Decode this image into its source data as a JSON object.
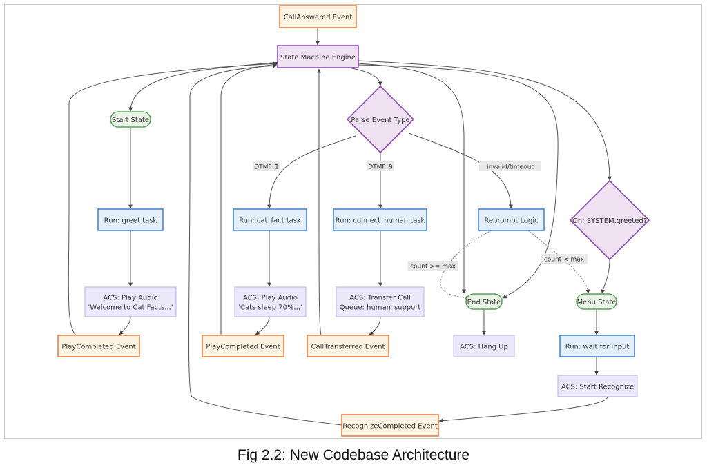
{
  "caption": "Fig 2.2: New Codebase Architecture",
  "styles": {
    "event": {
      "fill": "#fdf3e1",
      "stroke": "#e8804a"
    },
    "engine": {
      "fill": "#f0e2f3",
      "stroke": "#8a4db0"
    },
    "decision": {
      "fill": "#f0e2f3",
      "stroke": "#8a4db0"
    },
    "state": {
      "fill": "#e9f4e6",
      "stroke": "#5aa05a"
    },
    "task": {
      "fill": "#e3effb",
      "stroke": "#4a86cf"
    },
    "acs": {
      "fill": "#ebe8fb",
      "stroke": "#c6bdf0"
    },
    "edge_color": "#555555"
  },
  "nodes": [
    {
      "id": "call_answered",
      "type": "event",
      "label": [
        "CallAnswered Event"
      ]
    },
    {
      "id": "engine",
      "type": "engine",
      "label": [
        "State Machine Engine"
      ]
    },
    {
      "id": "start_state",
      "type": "state",
      "label": [
        "Start State"
      ]
    },
    {
      "id": "parse_event",
      "type": "decision",
      "label": [
        "Parse Event Type"
      ]
    },
    {
      "id": "greeted",
      "type": "decision",
      "label": [
        "On: SYSTEM.greeted?"
      ]
    },
    {
      "id": "run_greet",
      "type": "task",
      "label": [
        "Run: greet task"
      ]
    },
    {
      "id": "run_cat_fact",
      "type": "task",
      "label": [
        "Run: cat_fact task"
      ]
    },
    {
      "id": "run_connect_human",
      "type": "task",
      "label": [
        "Run: connect_human task"
      ]
    },
    {
      "id": "reprompt",
      "type": "task",
      "label": [
        "Reprompt Logic"
      ]
    },
    {
      "id": "acs_welcome",
      "type": "acs",
      "label": [
        "ACS: Play Audio",
        "'Welcome to Cat Facts...'"
      ]
    },
    {
      "id": "acs_cats_sleep",
      "type": "acs",
      "label": [
        "ACS: Play Audio",
        "'Cats sleep 70%...'"
      ]
    },
    {
      "id": "acs_transfer",
      "type": "acs",
      "label": [
        "ACS: Transfer Call",
        "Queue: human_support"
      ]
    },
    {
      "id": "end_state",
      "type": "state",
      "label": [
        "End State"
      ]
    },
    {
      "id": "menu_state",
      "type": "state",
      "label": [
        "Menu State"
      ]
    },
    {
      "id": "play_completed_1",
      "type": "event",
      "label": [
        "PlayCompleted Event"
      ]
    },
    {
      "id": "play_completed_2",
      "type": "event",
      "label": [
        "PlayCompleted Event"
      ]
    },
    {
      "id": "call_transferred",
      "type": "event",
      "label": [
        "CallTransferred Event"
      ]
    },
    {
      "id": "acs_hang_up",
      "type": "acs",
      "label": [
        "ACS: Hang Up"
      ]
    },
    {
      "id": "run_wait_input",
      "type": "task",
      "label": [
        "Run: wait for input"
      ]
    },
    {
      "id": "acs_start_recognize",
      "type": "acs",
      "label": [
        "ACS: Start Recognize"
      ]
    },
    {
      "id": "recognize_completed",
      "type": "event",
      "label": [
        "RecognizeCompleted Event"
      ]
    }
  ],
  "edges": [
    {
      "from": "call_answered",
      "to": "engine",
      "label": ""
    },
    {
      "from": "engine",
      "to": "start_state",
      "label": ""
    },
    {
      "from": "engine",
      "to": "parse_event",
      "label": ""
    },
    {
      "from": "engine",
      "to": "end_state",
      "label": ""
    },
    {
      "from": "engine",
      "to": "greeted",
      "label": ""
    },
    {
      "from": "start_state",
      "to": "run_greet",
      "label": ""
    },
    {
      "from": "run_greet",
      "to": "acs_welcome",
      "label": ""
    },
    {
      "from": "acs_welcome",
      "to": "play_completed_1",
      "label": ""
    },
    {
      "from": "play_completed_1",
      "to": "engine",
      "label": ""
    },
    {
      "from": "parse_event",
      "to": "run_cat_fact",
      "label": "DTMF_1"
    },
    {
      "from": "parse_event",
      "to": "run_connect_human",
      "label": "DTMF_9"
    },
    {
      "from": "parse_event",
      "to": "reprompt",
      "label": "invalid/timeout"
    },
    {
      "from": "run_cat_fact",
      "to": "acs_cats_sleep",
      "label": ""
    },
    {
      "from": "acs_cats_sleep",
      "to": "play_completed_2",
      "label": ""
    },
    {
      "from": "play_completed_2",
      "to": "engine",
      "label": ""
    },
    {
      "from": "run_connect_human",
      "to": "acs_transfer",
      "label": ""
    },
    {
      "from": "acs_transfer",
      "to": "call_transferred",
      "label": ""
    },
    {
      "from": "call_transferred",
      "to": "engine",
      "label": ""
    },
    {
      "from": "reprompt",
      "to": "end_state",
      "label": "count >= max",
      "style": "dotted"
    },
    {
      "from": "reprompt",
      "to": "menu_state",
      "label": "count < max",
      "style": "dotted"
    },
    {
      "from": "greeted",
      "to": "menu_state",
      "label": ""
    },
    {
      "from": "end_state",
      "to": "acs_hang_up",
      "label": ""
    },
    {
      "from": "menu_state",
      "to": "run_wait_input",
      "label": ""
    },
    {
      "from": "run_wait_input",
      "to": "acs_start_recognize",
      "label": ""
    },
    {
      "from": "acs_start_recognize",
      "to": "recognize_completed",
      "label": ""
    },
    {
      "from": "recognize_completed",
      "to": "engine",
      "label": ""
    }
  ]
}
